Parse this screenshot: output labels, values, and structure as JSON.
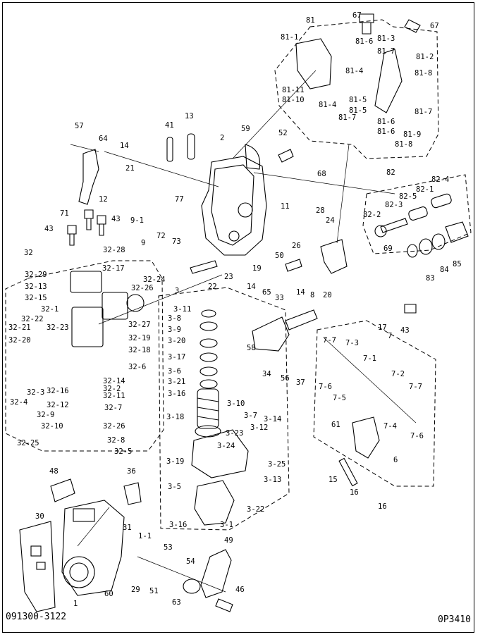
{
  "diagram": {
    "footer_left": "091300-3122",
    "footer_right": "0P3410",
    "callouts": [
      {
        "id": "c67a",
        "text": "67"
      },
      {
        "id": "c81",
        "text": "81"
      },
      {
        "id": "c67b",
        "text": "67"
      },
      {
        "id": "c81_1",
        "text": "81-1"
      },
      {
        "id": "c81_6a",
        "text": "81-6"
      },
      {
        "id": "c81_3",
        "text": "81-3"
      },
      {
        "id": "c81_7a",
        "text": "81-7"
      },
      {
        "id": "c81_2",
        "text": "81-2"
      },
      {
        "id": "c81_4a",
        "text": "81-4"
      },
      {
        "id": "c81_8",
        "text": "81-8"
      },
      {
        "id": "c81_11",
        "text": "81-11"
      },
      {
        "id": "c81_10",
        "text": "81-10"
      },
      {
        "id": "c81_5a",
        "text": "81-5"
      },
      {
        "id": "c81_4b",
        "text": "81-4"
      },
      {
        "id": "c81_5b",
        "text": "81-5"
      },
      {
        "id": "c81_7b",
        "text": "81-7"
      },
      {
        "id": "c81_7c",
        "text": "81-7"
      },
      {
        "id": "c81_6b",
        "text": "81-6"
      },
      {
        "id": "c81_6c",
        "text": "81-6"
      },
      {
        "id": "c81_9",
        "text": "81-9"
      },
      {
        "id": "c81_8b",
        "text": "81-8"
      },
      {
        "id": "c41",
        "text": "41"
      },
      {
        "id": "c13",
        "text": "13"
      },
      {
        "id": "c2",
        "text": "2"
      },
      {
        "id": "c59",
        "text": "59"
      },
      {
        "id": "c52",
        "text": "52"
      },
      {
        "id": "c57a",
        "text": "57"
      },
      {
        "id": "c64",
        "text": "64"
      },
      {
        "id": "c14a",
        "text": "14"
      },
      {
        "id": "c21",
        "text": "21"
      },
      {
        "id": "c12",
        "text": "12"
      },
      {
        "id": "c68",
        "text": "68"
      },
      {
        "id": "c11",
        "text": "11"
      },
      {
        "id": "c28",
        "text": "28"
      },
      {
        "id": "c82",
        "text": "82"
      },
      {
        "id": "c82_4",
        "text": "82-4"
      },
      {
        "id": "c82_1",
        "text": "82-1"
      },
      {
        "id": "c82_5",
        "text": "82-5"
      },
      {
        "id": "c82_3",
        "text": "82-3"
      },
      {
        "id": "c82_2",
        "text": "82-2"
      },
      {
        "id": "c71",
        "text": "71"
      },
      {
        "id": "c43a",
        "text": "43"
      },
      {
        "id": "c43b",
        "text": "43"
      },
      {
        "id": "c9_1",
        "text": "9-1"
      },
      {
        "id": "c77",
        "text": "77"
      },
      {
        "id": "c9",
        "text": "9"
      },
      {
        "id": "c72",
        "text": "72"
      },
      {
        "id": "c73",
        "text": "73"
      },
      {
        "id": "c24",
        "text": "24"
      },
      {
        "id": "c26",
        "text": "26"
      },
      {
        "id": "c69",
        "text": "69"
      },
      {
        "id": "c85",
        "text": "85"
      },
      {
        "id": "c84",
        "text": "84"
      },
      {
        "id": "c83",
        "text": "83"
      },
      {
        "id": "c32",
        "text": "32"
      },
      {
        "id": "c32_28",
        "text": "32-28"
      },
      {
        "id": "c32_29",
        "text": "32-29"
      },
      {
        "id": "c32_17",
        "text": "32-17"
      },
      {
        "id": "c32_13",
        "text": "32-13"
      },
      {
        "id": "c32_15",
        "text": "32-15"
      },
      {
        "id": "c32_24",
        "text": "32-24"
      },
      {
        "id": "c32_26a",
        "text": "32-26"
      },
      {
        "id": "c32_1",
        "text": "32-1"
      },
      {
        "id": "c32_27",
        "text": "32-27"
      },
      {
        "id": "c32_22",
        "text": "32-22"
      },
      {
        "id": "c32_21",
        "text": "32-21"
      },
      {
        "id": "c32_23",
        "text": "32-23"
      },
      {
        "id": "c32_20",
        "text": "32-20"
      },
      {
        "id": "c32_19",
        "text": "32-19"
      },
      {
        "id": "c32_18",
        "text": "32-18"
      },
      {
        "id": "c32_6",
        "text": "32-6"
      },
      {
        "id": "c32_3",
        "text": "32-3"
      },
      {
        "id": "c32_16",
        "text": "32-16"
      },
      {
        "id": "c32_14",
        "text": "32-14"
      },
      {
        "id": "c32_2",
        "text": "32-2"
      },
      {
        "id": "c32_11",
        "text": "32-11"
      },
      {
        "id": "c32_12",
        "text": "32-12"
      },
      {
        "id": "c32_4",
        "text": "32-4"
      },
      {
        "id": "c32_9",
        "text": "32-9"
      },
      {
        "id": "c32_7",
        "text": "32-7"
      },
      {
        "id": "c32_10",
        "text": "32-10"
      },
      {
        "id": "c32_26b",
        "text": "32-26"
      },
      {
        "id": "c32_25",
        "text": "32-25"
      },
      {
        "id": "c32_8",
        "text": "32-8"
      },
      {
        "id": "c32_5",
        "text": "32-5"
      },
      {
        "id": "c22",
        "text": "22"
      },
      {
        "id": "c23",
        "text": "23"
      },
      {
        "id": "c19",
        "text": "19"
      },
      {
        "id": "c50",
        "text": "50"
      },
      {
        "id": "c20",
        "text": "20"
      },
      {
        "id": "c3",
        "text": "3"
      },
      {
        "id": "c3_11",
        "text": "3-11"
      },
      {
        "id": "c3_8a",
        "text": "3-8"
      },
      {
        "id": "c3_9",
        "text": "3-9"
      },
      {
        "id": "c3_20",
        "text": "3-20"
      },
      {
        "id": "c3_17",
        "text": "3-17"
      },
      {
        "id": "c3_6",
        "text": "3-6"
      },
      {
        "id": "c3_21",
        "text": "3-21"
      },
      {
        "id": "c3_16a",
        "text": "3-16"
      },
      {
        "id": "c3_10",
        "text": "3-10"
      },
      {
        "id": "c3_7",
        "text": "3-7"
      },
      {
        "id": "c3_18",
        "text": "3-18"
      },
      {
        "id": "c3_23",
        "text": "3-23"
      },
      {
        "id": "c3_12",
        "text": "3-12"
      },
      {
        "id": "c3_14",
        "text": "3-14"
      },
      {
        "id": "c3_24",
        "text": "3-24"
      },
      {
        "id": "c3_19",
        "text": "3-19"
      },
      {
        "id": "c3_25",
        "text": "3-25"
      },
      {
        "id": "c3_13",
        "text": "3-13"
      },
      {
        "id": "c3_5",
        "text": "3-5"
      },
      {
        "id": "c3_22",
        "text": "3-22"
      },
      {
        "id": "c3_16b",
        "text": "3-16"
      },
      {
        "id": "c3_1",
        "text": "3-1"
      },
      {
        "id": "c14b",
        "text": "14"
      },
      {
        "id": "c65",
        "text": "65"
      },
      {
        "id": "c33",
        "text": "33"
      },
      {
        "id": "c14c",
        "text": "14"
      },
      {
        "id": "c8",
        "text": "8"
      },
      {
        "id": "c58",
        "text": "58"
      },
      {
        "id": "c34",
        "text": "34"
      },
      {
        "id": "c56",
        "text": "56"
      },
      {
        "id": "c37",
        "text": "37"
      },
      {
        "id": "c17",
        "text": "17"
      },
      {
        "id": "c43c",
        "text": "43"
      },
      {
        "id": "c7",
        "text": "7"
      },
      {
        "id": "c7_7a",
        "text": "7-7"
      },
      {
        "id": "c7_3",
        "text": "7-3"
      },
      {
        "id": "c7_1",
        "text": "7-1"
      },
      {
        "id": "c7_2",
        "text": "7-2"
      },
      {
        "id": "c7_6a",
        "text": "7-6"
      },
      {
        "id": "c7_5",
        "text": "7-5"
      },
      {
        "id": "c7_7b",
        "text": "7-7"
      },
      {
        "id": "c61",
        "text": "61"
      },
      {
        "id": "c7_4",
        "text": "7-4"
      },
      {
        "id": "c7_6b",
        "text": "7-6"
      },
      {
        "id": "c6",
        "text": "6"
      },
      {
        "id": "c15",
        "text": "15"
      },
      {
        "id": "c16a",
        "text": "16"
      },
      {
        "id": "c16b",
        "text": "16"
      },
      {
        "id": "c48",
        "text": "48"
      },
      {
        "id": "c36",
        "text": "36"
      },
      {
        "id": "c30",
        "text": "30"
      },
      {
        "id": "c31",
        "text": "31"
      },
      {
        "id": "c1_1",
        "text": "1-1"
      },
      {
        "id": "c53",
        "text": "53"
      },
      {
        "id": "c54",
        "text": "54"
      },
      {
        "id": "c49",
        "text": "49"
      },
      {
        "id": "c29",
        "text": "29"
      },
      {
        "id": "c60",
        "text": "60"
      },
      {
        "id": "c51",
        "text": "51"
      },
      {
        "id": "c63",
        "text": "63"
      },
      {
        "id": "c46",
        "text": "46"
      },
      {
        "id": "c1",
        "text": "1"
      }
    ]
  }
}
